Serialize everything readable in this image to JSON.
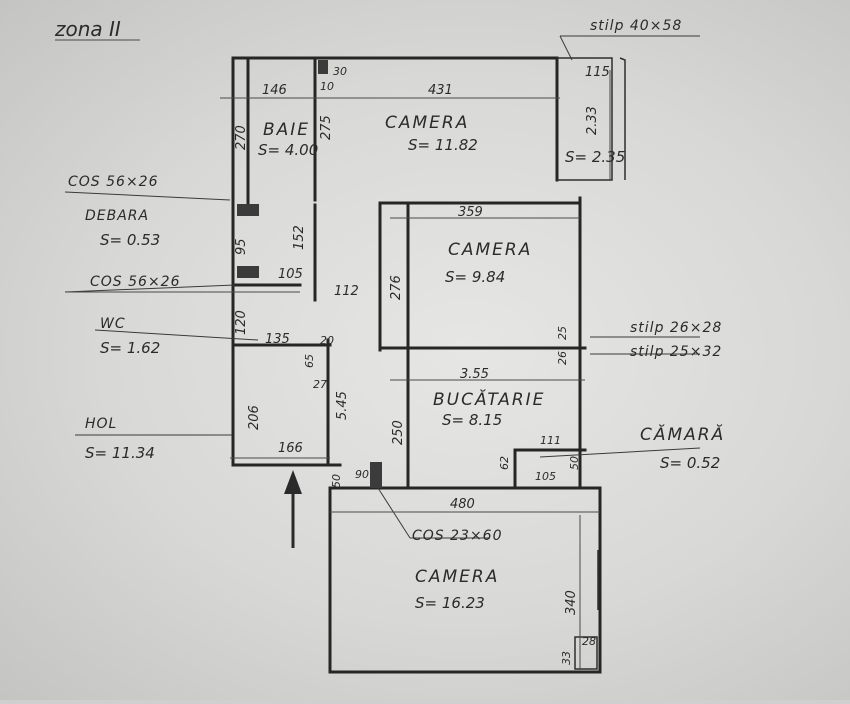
{
  "title": "zona II",
  "rooms": {
    "baie": {
      "name": "BAIE",
      "area": "S= 4.00"
    },
    "camera1": {
      "name": "CAMERA",
      "area": "S= 11.82"
    },
    "camera2": {
      "name": "CAMERA",
      "area": "S= 9.84"
    },
    "bucatarie": {
      "name": "BUCĂTARIE",
      "area": "S= 8.15"
    },
    "camera3": {
      "name": "CAMERA",
      "area": "S= 16.23"
    },
    "debara": {
      "name": "DEBARA",
      "area": "S= 0.53"
    },
    "wc": {
      "name": "WC",
      "area": "S= 1.62"
    },
    "hol": {
      "name": "HOL",
      "area": "S= 11.34"
    },
    "camara": {
      "name": "CĂMARĂ",
      "area": "S= 0.52"
    },
    "balcon_area": "S= 2.35"
  },
  "annotations": {
    "stalp1": "stilp 40×58",
    "stalp2": "stilp 26×28",
    "stalp3": "stilp 25×32",
    "cos1": "COS 56×26",
    "cos2": "COS 56×26",
    "cos3": "COS 23×60"
  },
  "dims": {
    "d146": "146",
    "d431": "431",
    "d30": "30",
    "d10": "10",
    "d115": "115",
    "d233": "2.33",
    "d275": "275",
    "d270": "270",
    "d359": "359",
    "d276": "276",
    "d152": "152",
    "d105a": "105",
    "d112": "112",
    "d95": "95",
    "d120": "120",
    "d135": "135",
    "d20": "20",
    "d65": "65",
    "d27": "27",
    "d355": "3.55",
    "d206": "206",
    "d545": "5.45",
    "d250": "250",
    "d166": "166",
    "d62": "62",
    "d105b": "105",
    "d50a": "50",
    "d111": "111",
    "d480": "480",
    "d50b": "50",
    "d90": "90",
    "d340": "340",
    "d28": "28",
    "d33": "33",
    "d25": "25",
    "d26": "26"
  }
}
